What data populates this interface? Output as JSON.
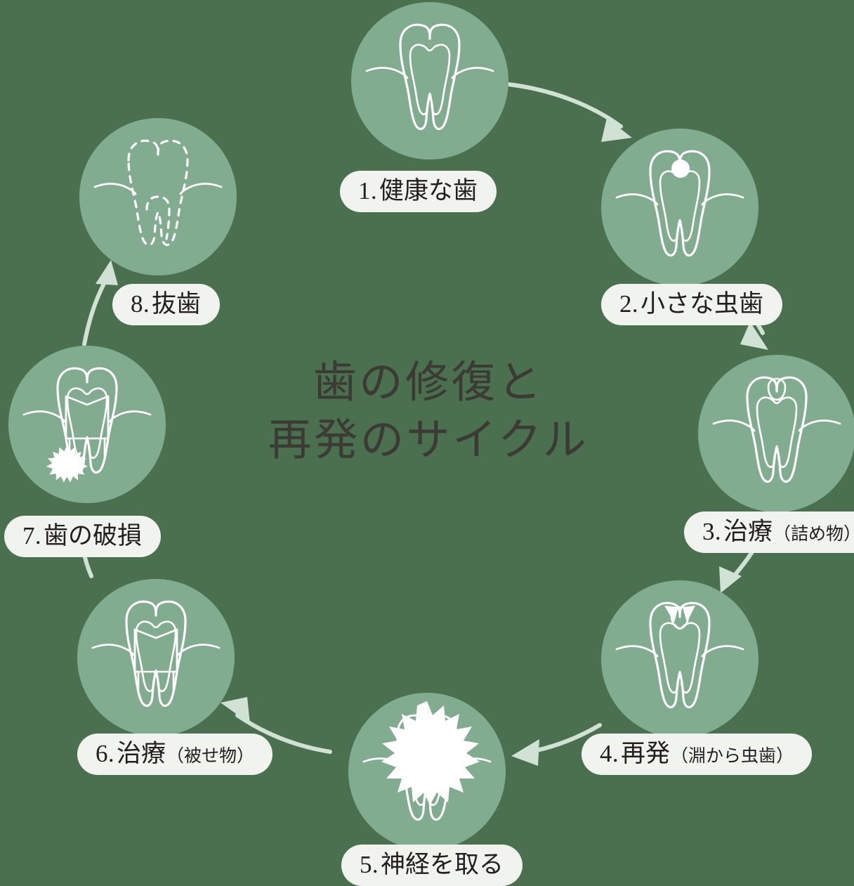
{
  "diagram": {
    "title_line1": "歯の修復と",
    "title_line2": "再発のサイクル",
    "title_full": "歯の修復と\n再発のサイクル",
    "background_color": "#4a7050",
    "node_color": "#82ac90",
    "pill_color": "#f1f4ee",
    "pill_text_color": "#231f1c",
    "arrow_color": "#cfe2d4",
    "icon_stroke_color": "#ffffff",
    "title_text_color": "#3b3a35",
    "direction": "clockwise",
    "step_count": 8
  },
  "steps": [
    {
      "number": "1.",
      "label": "健康な歯",
      "paren": "",
      "icon": "healthy-tooth-icon",
      "icon_description": "断面の歯（健康）"
    },
    {
      "number": "2.",
      "label": "小さな虫歯",
      "paren": "",
      "icon": "small-cavity-tooth-icon",
      "icon_description": "歯冠に小さな白い虫歯"
    },
    {
      "number": "3.",
      "label": "治療",
      "paren": "（詰め物）",
      "icon": "filled-tooth-icon",
      "icon_description": "詰め物で修復した歯"
    },
    {
      "number": "4.",
      "label": "再発",
      "paren": "（淵から虫歯）",
      "icon": "recurrent-decay-tooth-icon",
      "icon_description": "詰め物の淵から再発した虫歯"
    },
    {
      "number": "5.",
      "label": "神経を取る",
      "paren": "",
      "icon": "root-canal-tooth-icon",
      "icon_description": "大きな破裂状の欠損・抜髄"
    },
    {
      "number": "6.",
      "label": "治療",
      "paren": "（被せ物）",
      "icon": "crowned-tooth-icon",
      "icon_description": "被せ物を装着した歯"
    },
    {
      "number": "7.",
      "label": "歯の破損",
      "paren": "",
      "icon": "fractured-tooth-icon",
      "icon_description": "根の先が破損した被せ物の歯"
    },
    {
      "number": "8.",
      "label": "抜歯",
      "paren": "",
      "icon": "extracted-tooth-icon",
      "icon_description": "点線で描かれた失われた歯"
    }
  ]
}
